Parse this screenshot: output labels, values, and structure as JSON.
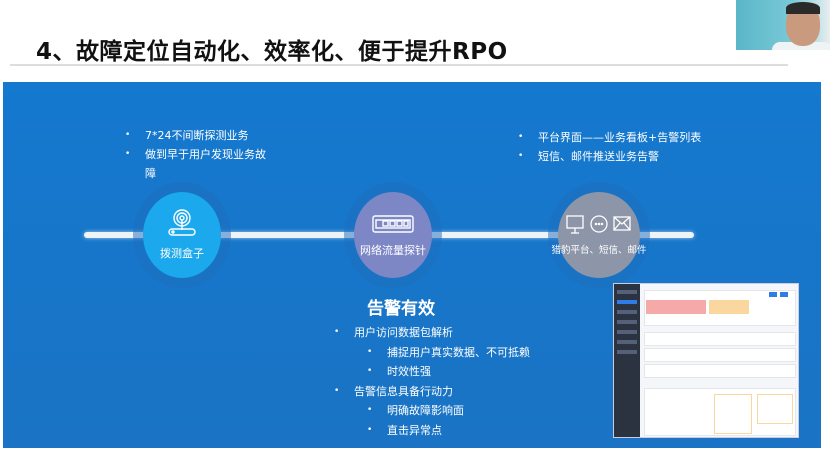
{
  "slide": {
    "title": "4、故障定位自动化、效率化、便于提升RPO"
  },
  "nodes": [
    {
      "label": "拨测盒子",
      "icon": "antenna-router-icon",
      "color": "#1ba8ec"
    },
    {
      "label": "网络流量探针",
      "icon": "network-switch-icon",
      "color": "#7d87c6"
    },
    {
      "label": "猎豹平台、短信、邮件",
      "icon": "monitor-chat-mail-icon",
      "color": "#8d96a8"
    }
  ],
  "bullets_left": [
    "7*24不间断探测业务",
    "做到早于用户发现业务故障"
  ],
  "bullets_right": [
    "平台界面——业务看板+告警列表",
    "短信、邮件推送业务告警"
  ],
  "alert": {
    "title": "告警有效",
    "items": [
      {
        "text": "用户访问数据包解析",
        "level": 1
      },
      {
        "text": "捕捉用户真实数据、不可抵赖",
        "level": 2
      },
      {
        "text": "时效性强",
        "level": 2
      },
      {
        "text": "告警信息具备行动力",
        "level": 1
      },
      {
        "text": "明确故障影响面",
        "level": 2
      },
      {
        "text": "直击异常点",
        "level": 2
      }
    ]
  }
}
